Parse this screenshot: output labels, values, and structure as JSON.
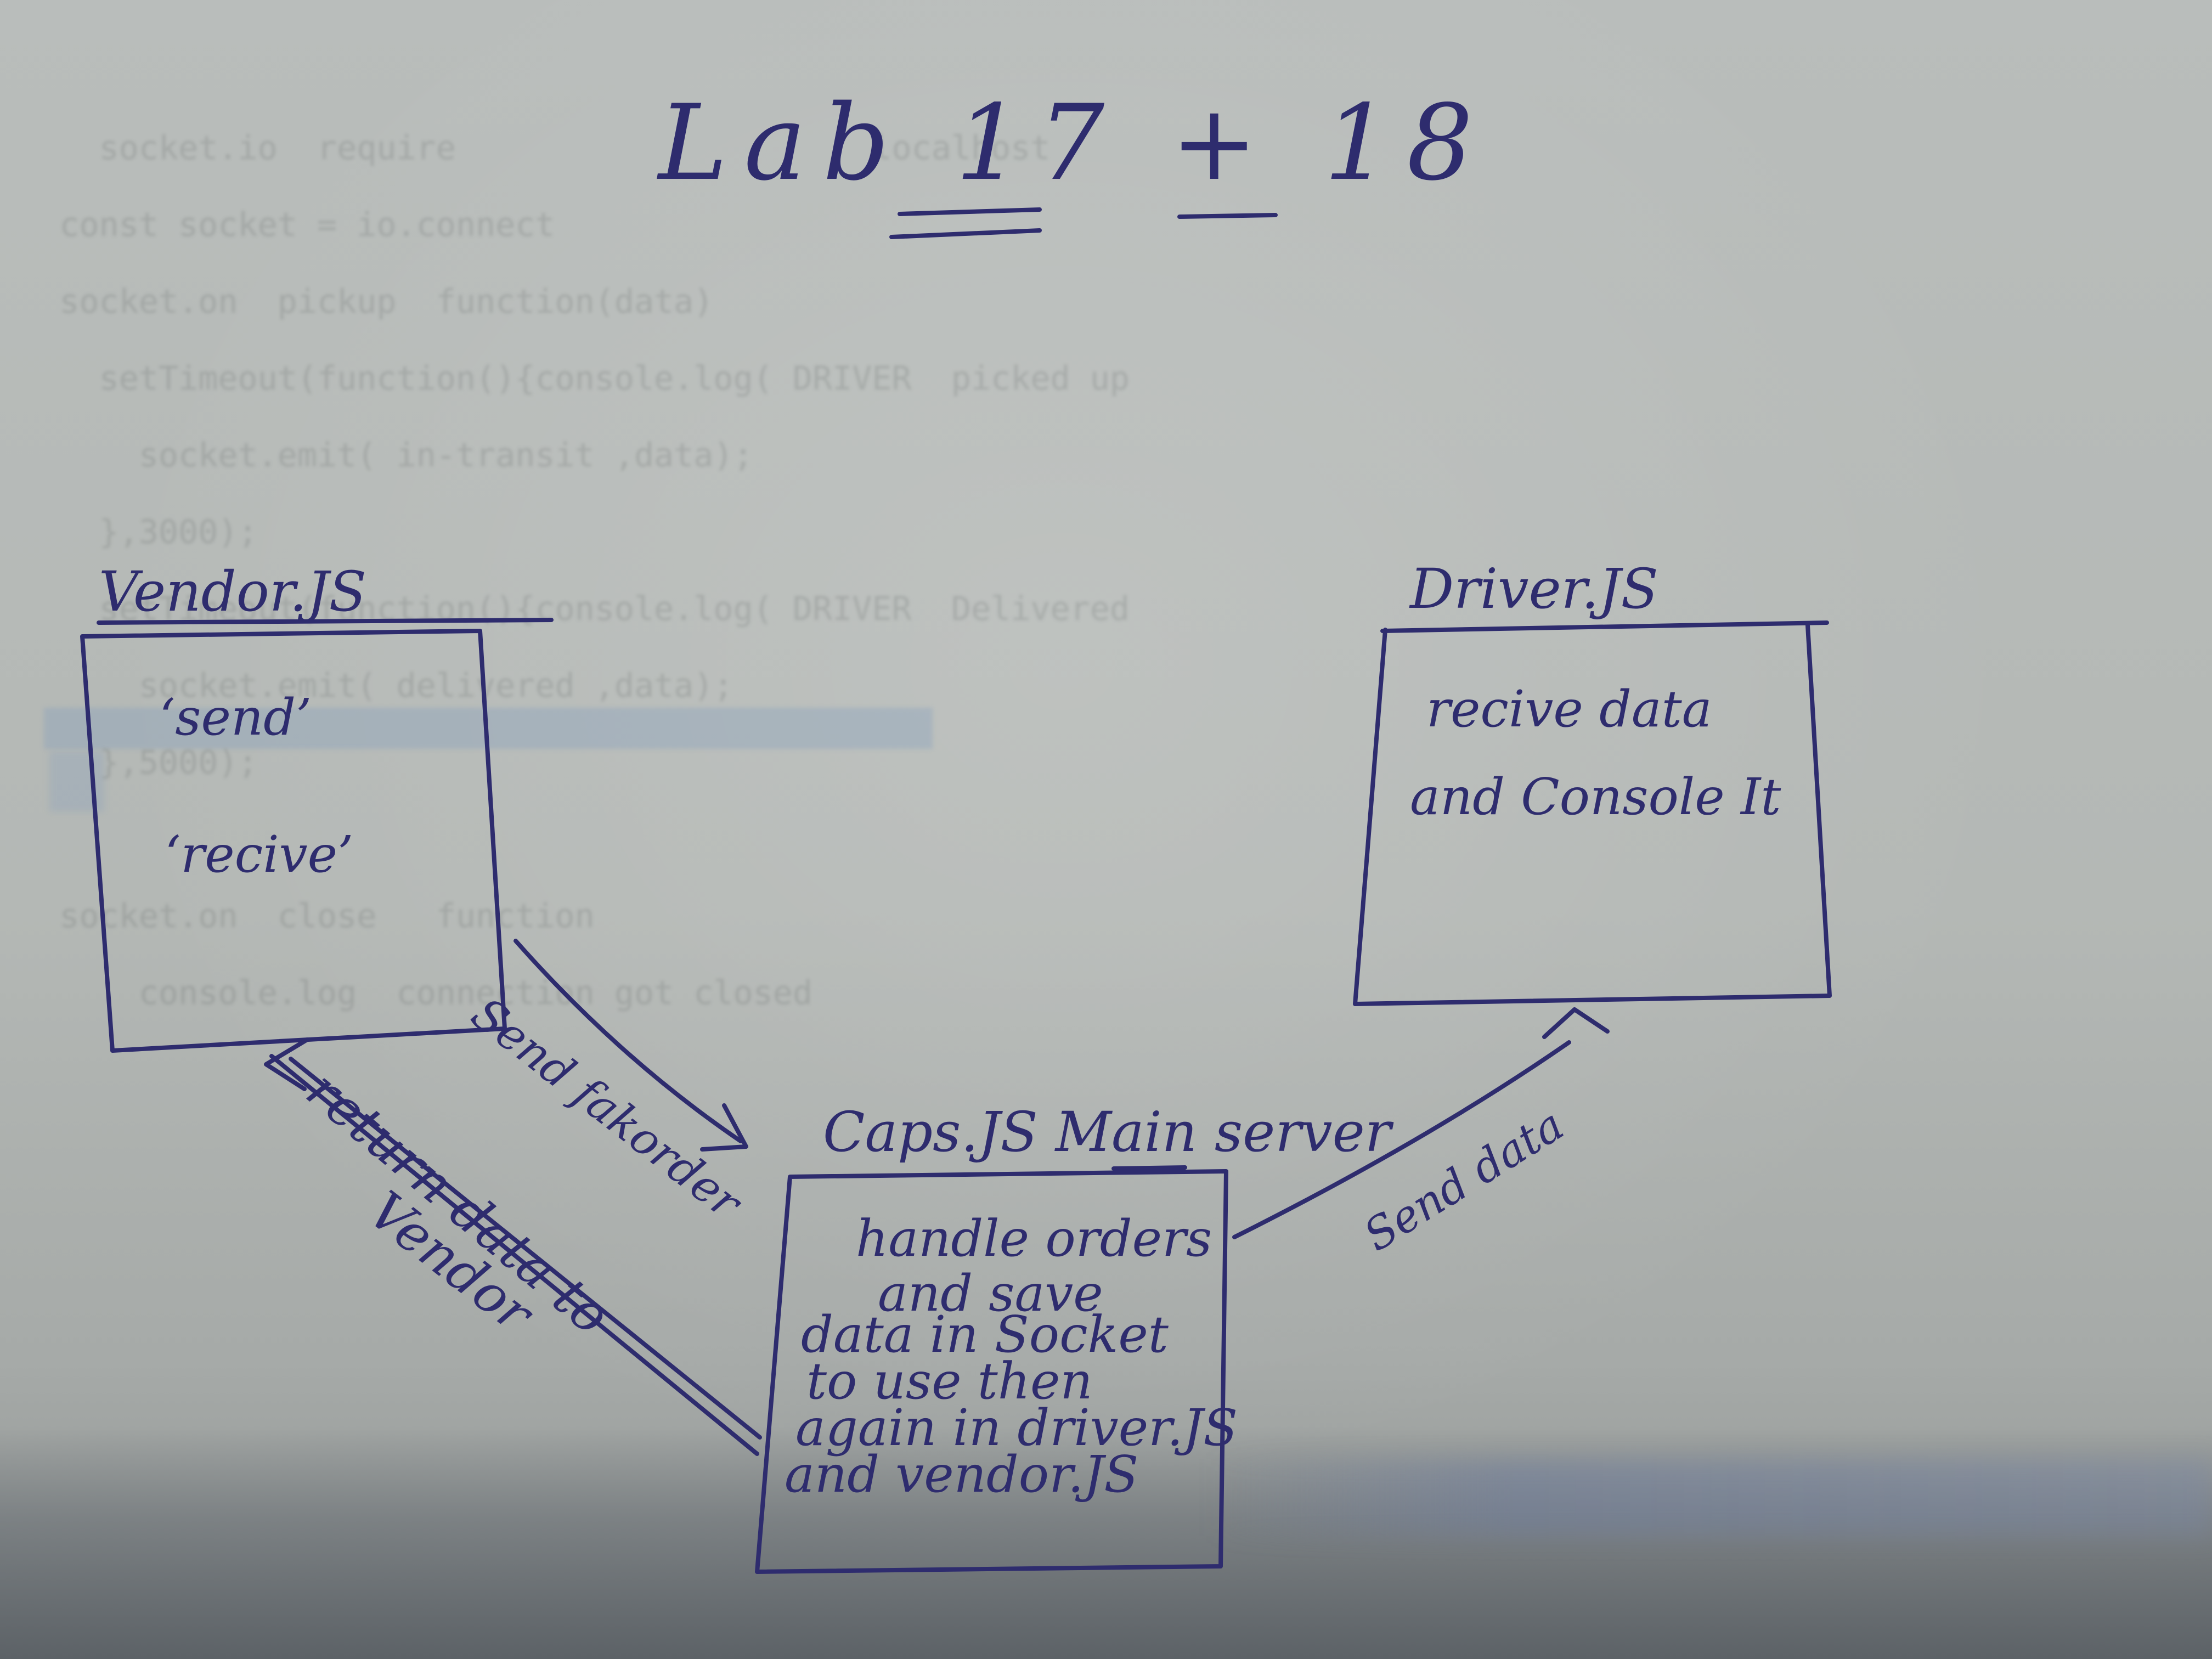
{
  "title": "Lab 17 + 18",
  "nodes": {
    "vendor": {
      "label": "Vendor.JS",
      "lines": [
        "‘send’",
        "‘recive’"
      ]
    },
    "driver": {
      "label": "Driver.JS",
      "lines": [
        "recive data",
        "and Console It"
      ]
    },
    "caps": {
      "label": "Caps.JS  Main server",
      "lines": [
        "handle orders",
        "and save",
        "data in Socket",
        "to use then",
        "again in driver.JS",
        "and vendor.JS"
      ]
    }
  },
  "edges": {
    "vendor_to_caps": "Send fakorder",
    "caps_to_vendor": [
      "return data to",
      "Vendor"
    ],
    "caps_to_driver": "Send data"
  },
  "ink_color": "#2e2c6e"
}
